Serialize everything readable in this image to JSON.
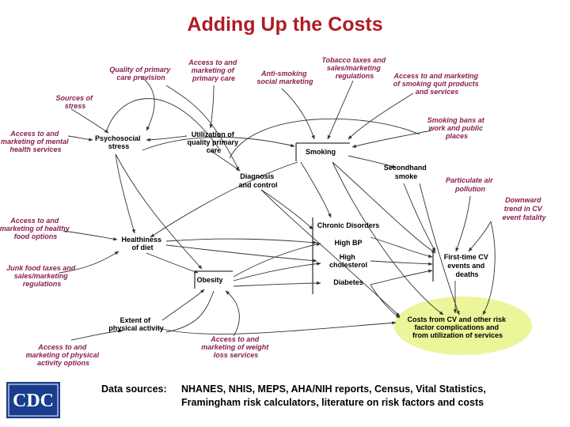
{
  "title": "Adding Up the Costs",
  "nodes": {
    "quality_primary_care": [
      "Quality of primary",
      "care provision"
    ],
    "access_primary_care": [
      "Access to and",
      "marketing of",
      "primary care"
    ],
    "anti_smoking": [
      "Anti-smoking",
      "social marketing"
    ],
    "tobacco_taxes": [
      "Tobacco taxes and",
      "sales/marketing",
      "regulations"
    ],
    "access_quit": [
      "Access to and marketing",
      "of smoking quit products",
      "and services"
    ],
    "sources_stress": [
      "Sources of",
      "stress"
    ],
    "access_mental": [
      "Access to and",
      "marketing of mental",
      "health services"
    ],
    "psychosocial_stress": [
      "Psychosocial",
      "stress"
    ],
    "utilization_primary": [
      "Utilization of",
      "quality primary",
      "care"
    ],
    "smoking": [
      "Smoking"
    ],
    "smoking_bans": [
      "Smoking bans at",
      "work and public",
      "places"
    ],
    "secondhand_smoke": [
      "Secondhand",
      "smoke"
    ],
    "diagnosis_control": [
      "Diagnosis",
      "and control"
    ],
    "particulate_pollution": [
      "Particulate air",
      "pollution"
    ],
    "downward_trend": [
      "Downward",
      "trend in CV",
      "event fatality"
    ],
    "access_healthy_food": [
      "Access to and",
      "marketing of healthy",
      "food options"
    ],
    "chronic_disorders": [
      "Chronic Disorders"
    ],
    "high_bp": [
      "High BP"
    ],
    "healthiness_diet": [
      "Healthiness",
      "of diet"
    ],
    "high_cholesterol": [
      "High",
      "cholesterol"
    ],
    "first_time_cv": [
      "First-time CV",
      "events and",
      "deaths"
    ],
    "junk_food_taxes": [
      "Junk food taxes and",
      "sales/marketing",
      "regulations"
    ],
    "obesity": [
      "Obesity"
    ],
    "diabetes": [
      "Diabetes"
    ],
    "costs": [
      "Costs from CV and other risk",
      "factor complications and",
      "from utilization of services"
    ],
    "physical_activity": [
      "Extent of",
      "physical activity"
    ],
    "access_weight_loss": [
      "Access to and",
      "marketing of weight",
      "loss services"
    ],
    "access_physical_activity": [
      "Access to and",
      "marketing of physical",
      "activity options"
    ]
  },
  "footer": {
    "logo_text": "CDC",
    "sources_lead": "Data sources:",
    "sources_line1": "NHANES, NHIS, MEPS, AHA/NIH reports, Census, Vital Statistics,",
    "sources_line2": "Framingham risk calculators, literature on risk factors and costs"
  },
  "colors": {
    "title": "#b01c24",
    "external_factor_text": "#8a1f4f",
    "costs_highlight": "#ecf59a",
    "logo_blue": "#1a3c8c"
  }
}
